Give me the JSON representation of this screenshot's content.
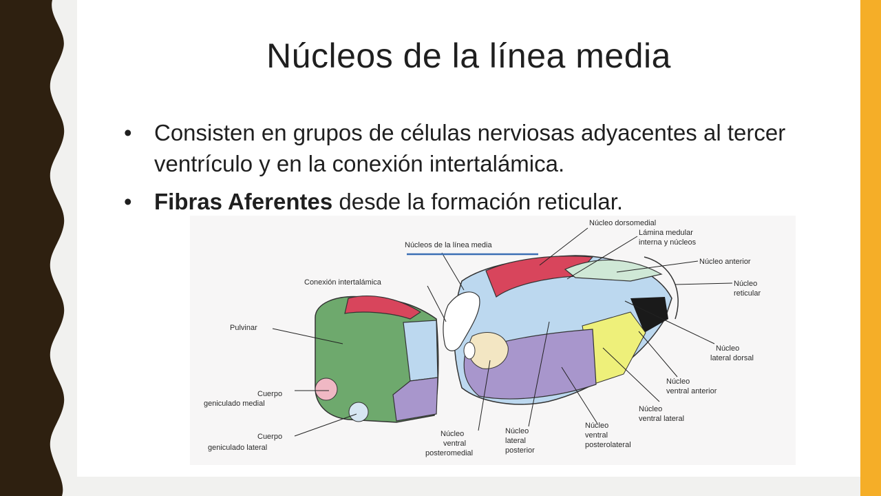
{
  "slide": {
    "title": "Núcleos de la línea media",
    "bullets": [
      {
        "bold": "",
        "text": "Consisten en grupos de células nerviosas adyacentes al tercer ventrículo y en la conexión intertalámica."
      },
      {
        "bold": "Fibras Aferentes",
        "text": " desde la formación reticular."
      }
    ],
    "bullet_symbol": "•"
  },
  "diagram": {
    "labels": {
      "dorsomedial": "Núcleo dorsomedial",
      "lamina_1": "Lámina medular",
      "lamina_2": "interna y núcleos",
      "linea_media": "Núcleos de la línea media",
      "anterior": "Núcleo anterior",
      "reticular_1": "Núcleo",
      "reticular_2": "reticular",
      "intertalamica": "Conexión intertalámica",
      "pulvinar": "Pulvinar",
      "lat_dorsal_1": "Núcleo",
      "lat_dorsal_2": "lateral dorsal",
      "cgm_1": "Cuerpo",
      "cgm_2": "geniculado medial",
      "va_1": "Núcleo",
      "va_2": "ventral anterior",
      "vl_1": "Núcleo",
      "vl_2": "ventral lateral",
      "cgl_1": "Cuerpo",
      "cgl_2": "geniculado lateral",
      "vpm_1": "Núcleo",
      "vpm_2": "ventral",
      "vpm_3": "posteromedial",
      "lp_1": "Núcleo",
      "lp_2": "lateral",
      "lp_3": "posterior",
      "vpl_1": "Núcleo",
      "vpl_2": "ventral",
      "vpl_3": "posterolateral"
    }
  },
  "colors": {
    "accent_bar": "#f5ae28",
    "left_band": "#2e2010",
    "dorsomedial": "#d8455c",
    "anterior": "#cfe8d6",
    "lateral_blue": "#bcd8ef",
    "pulvinar": "#6ea96d",
    "ventral_purple": "#a896cc",
    "ventral_anterior": "#eef07a",
    "lateral_dorsal": "#1a1a1a",
    "geniculate_lateral": "#d6e6f2",
    "geniculate_medial": "#f0b8c4"
  }
}
